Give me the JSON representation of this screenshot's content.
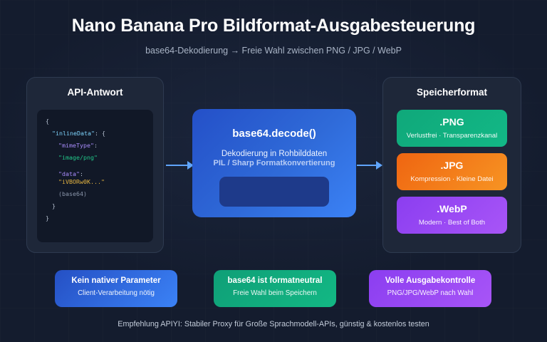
{
  "header": {
    "title": "Nano Banana Pro Bildformat-Ausgabesteuerung",
    "subtitle": "base64-Dekodierung → Freie Wahl zwischen PNG / JPG / WebP"
  },
  "api_panel": {
    "title": "API-Antwort",
    "code_lines": [
      "{",
      "\"inlineData\"   : {",
      "\"mimeType\" :",
      "\"image/png\"",
      "\"data\" :",
      "\"iVBORw0K...\"",
      "(base64)",
      "}",
      "}"
    ],
    "tokens": {
      "brace_open": "{",
      "inline_data_key": "\"inlineData\"",
      "inline_data_punct": ": {",
      "mime_type_key": "\"mimeType\"",
      "mime_type_punct": ":",
      "mime_type_value": "\"image/png\"",
      "data_key": "\"data\"",
      "data_punct": ":",
      "data_value": "\"iVBORw0K...\"",
      "data_comment": "(base64)",
      "brace_close_inner": "}",
      "brace_close_outer": "}"
    }
  },
  "decode_box": {
    "title": "base64.decode()",
    "subtitle": "Dekodierung in Rohbilddaten",
    "badge": "PIL / Sharp Formatkonvertierung"
  },
  "storage_panel": {
    "title": "Speicherformat",
    "formats": [
      {
        "name": ".PNG",
        "desc": "Verlustfrei · Transparenzkanal",
        "color": "#12b886"
      },
      {
        "name": ".JPG",
        "desc": "Kompression · Kleine Datei",
        "color": "#f79423"
      },
      {
        "name": ".WebP",
        "desc": "Modern · Best of Both",
        "color": "#a855f7"
      }
    ]
  },
  "badges": [
    {
      "title": "Kein nativer Parameter",
      "sub": "Client-Verarbeitung nötig",
      "color": "#3b82f6"
    },
    {
      "title": "base64 ist formatneutral",
      "sub": "Freie Wahl beim Speichern",
      "color": "#13b884"
    },
    {
      "title": "Volle Ausgabekontrolle",
      "sub": "PNG/JPG/WebP nach Wahl",
      "color": "#a855f7"
    }
  ],
  "footer": {
    "note": "Empfehlung APIYI: Stabiler Proxy für Große Sprachmodell-APIs, günstig & kostenlos testen"
  },
  "theme": {
    "background": "#141c2e",
    "panel_bg": "#1e2739",
    "code_bg": "#111827",
    "accent_arrow": "#60a5fa"
  }
}
